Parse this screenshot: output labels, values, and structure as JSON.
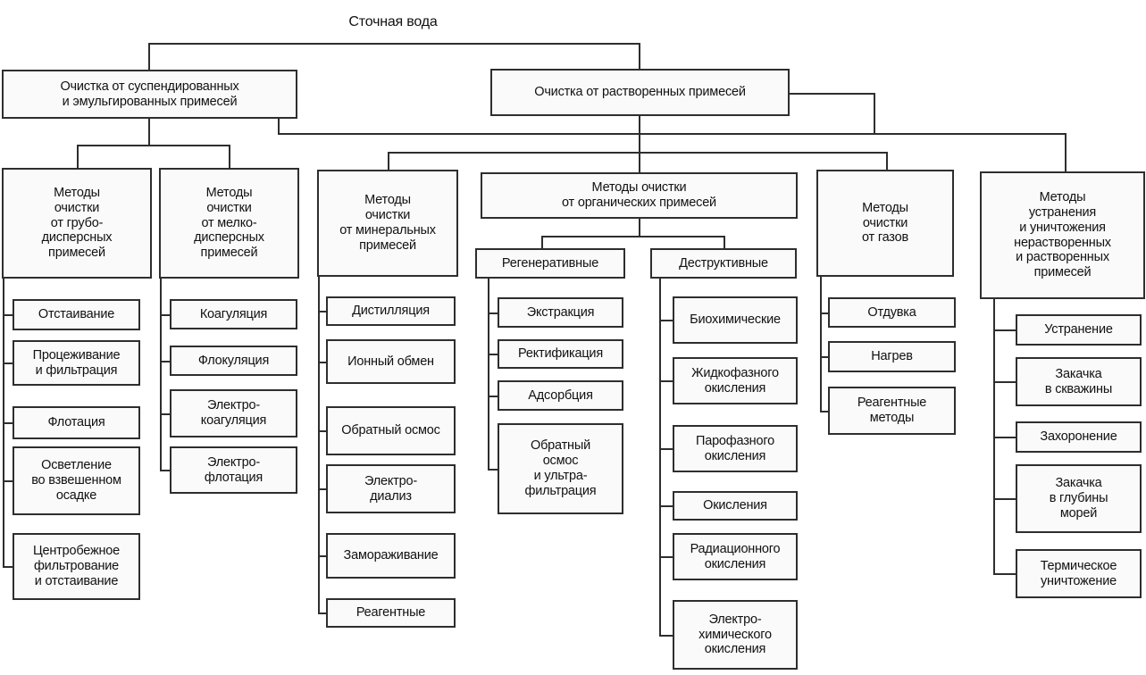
{
  "diagram": {
    "title": "Сточная вода",
    "root_left": "Очистка от суспендированных\nи эмульгированных примесей",
    "root_right": "Очистка от растворенных примесей",
    "groups": {
      "coarse": {
        "header": "Методы\nочистки\nот грубо-\nдисперсных\nпримесей",
        "items": [
          "Отстаивание",
          "Процеживание\nи фильтрация",
          "Флотация",
          "Осветление\nво взвешенном\nосадке",
          "Центробежное\nфильтрование\nи отстаивание"
        ]
      },
      "fine": {
        "header": "Методы\nочистки\nот мелко-\nдисперсных\nпримесей",
        "items": [
          "Коагуляция",
          "Флокуляция",
          "Электро-\nкоагуляция",
          "Электро-\nфлотация"
        ]
      },
      "mineral": {
        "header": "Методы\nочистки\nот минеральных\nпримесей",
        "items": [
          "Дистилляция",
          "Ионный обмен",
          "Обратный осмос",
          "Электро-\nдиализ",
          "Замораживание",
          "Реагентные"
        ]
      },
      "organic": {
        "header": "Методы очистки\nот органических примесей",
        "regenerative": {
          "header": "Регенеративные",
          "items": [
            "Экстракция",
            "Ректификация",
            "Адсорбция",
            "Обратный\nосмос\nи ультра-\nфильтрация"
          ]
        },
        "destructive": {
          "header": "Деструктивные",
          "items": [
            "Биохимические",
            "Жидкофазного\nокисления",
            "Парофазного\nокисления",
            "Окисления",
            "Радиационного\nокисления",
            "Электро-\nхимического\nокисления"
          ]
        }
      },
      "gases": {
        "header": "Методы\nочистки\nот газов",
        "items": [
          "Отдувка",
          "Нагрев",
          "Реагентные\nметоды"
        ]
      },
      "elimination": {
        "header": "Методы\nустранения\nи уничтожения\nнерастворенных\nи растворенных\nпримесей",
        "items": [
          "Устранение",
          "Закачка\nв скважины",
          "Захоронение",
          "Закачка\nв глубины\nморей",
          "Термическое\nуничтожение"
        ]
      }
    }
  }
}
